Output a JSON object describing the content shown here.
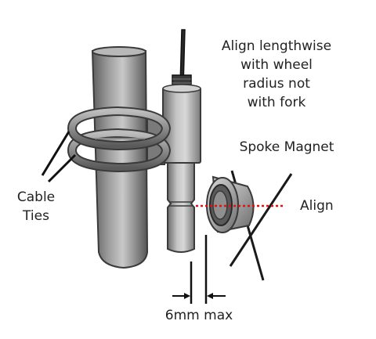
{
  "annotations": {
    "align_note": [
      "Align lengthwise",
      "with wheel",
      "radius not",
      "with fork"
    ],
    "spoke_magnet": "Spoke Magnet",
    "cable_ties": [
      "Cable",
      "Ties"
    ],
    "align": "Align",
    "gap": "6mm max"
  },
  "colors": {
    "outline": "#3a3a3a",
    "align_line": "#e01010",
    "text": "#222222"
  }
}
